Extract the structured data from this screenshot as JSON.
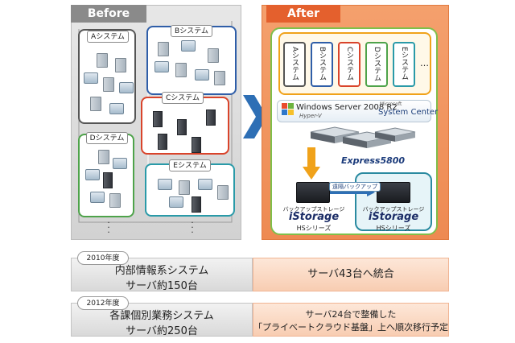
{
  "before": {
    "title": "Before"
  },
  "after": {
    "title": "After"
  },
  "systems": {
    "a": "Aシステム",
    "b": "Bシステム",
    "c": "Cシステム",
    "d": "Dシステム",
    "e": "Eシステム"
  },
  "vms": [
    "Aシステム",
    "Bシステム",
    "Cシステム",
    "Dシステム",
    "Eシステム"
  ],
  "vm_more": "…",
  "platform": {
    "windows_server": "Windows Server 2008 R2",
    "hyperv": "Hyper-V",
    "system_center": "System Center",
    "microsoft": "Microsoft"
  },
  "express": "Express5800",
  "storage_left": {
    "caption": "バックアップストレージ",
    "brand": "iStorage",
    "series": "HSシリーズ"
  },
  "storage_right": {
    "caption": "バックアップストレージ",
    "brand": "iStorage",
    "series": "HSシリーズ"
  },
  "remote_backup": "遠隔バックアップ",
  "rows": [
    {
      "year": "2010年度",
      "left_1": "内部情報系システム",
      "left_2": "サーバ約150台",
      "right_1": "サーバ43台へ統合",
      "right_2": ""
    },
    {
      "year": "2012年度",
      "left_1": "各課個別業務システム",
      "left_2": "サーバ約250台",
      "right_1": "サーバ24台で整備した",
      "right_2": "「プライベートクラウド基盤」上へ順次移行予定"
    }
  ],
  "colors": {
    "before_header": "#8a8a8a",
    "after_header": "#e4602d",
    "a_border": "#555555",
    "b_border": "#2f5ea8",
    "c_border": "#d9442b",
    "d_border": "#4ea34a",
    "e_border": "#2a9aa8"
  }
}
